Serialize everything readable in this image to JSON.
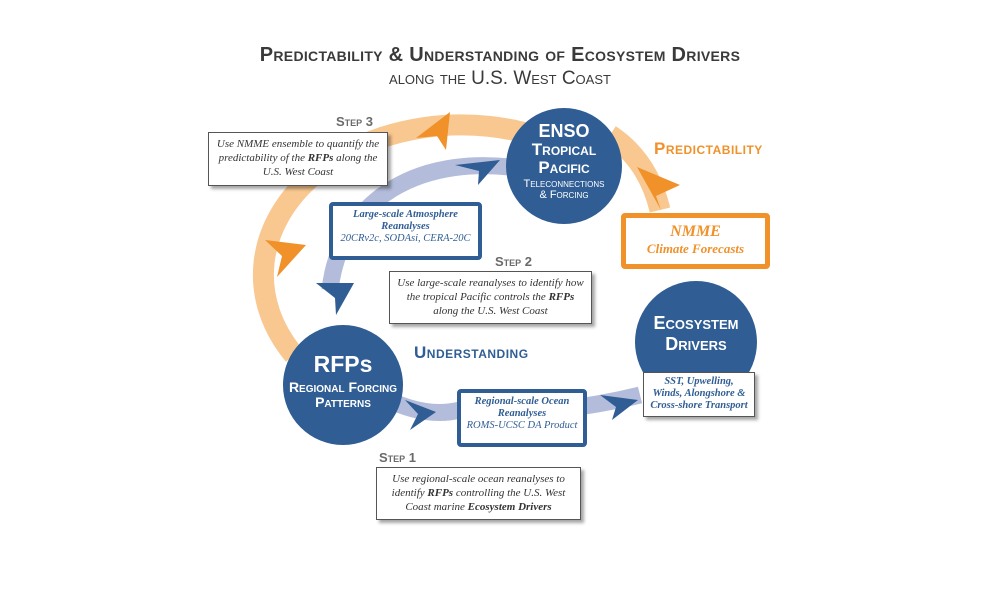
{
  "title": {
    "line1": "Predictability & Understanding of Ecosystem Drivers",
    "line2": "along the U.S. West Coast"
  },
  "nodes": {
    "enso": {
      "line1": "ENSO",
      "line2": "Tropical",
      "line3": "Pacific",
      "line4": "Teleconnections",
      "line5": "& Forcing"
    },
    "rfps": {
      "line1": "RFPs",
      "line2": "Regional Forcing",
      "line3": "Patterns"
    },
    "ecosystem": {
      "line1": "Ecosystem",
      "line2": "Drivers"
    }
  },
  "labels": {
    "predictability": "Predictability",
    "understanding": "Understanding"
  },
  "steps": {
    "step1": {
      "label": "Step 1",
      "text_a": "Use regional-scale ocean reanalyses to identify ",
      "text_b": "RFPs",
      "text_c": " controlling the U.S. West Coast marine ",
      "text_d": "Ecosystem Drivers"
    },
    "step2": {
      "label": "Step 2",
      "text_a": "Use large-scale reanalyses to identify how the tropical Pacific controls the ",
      "text_b": "RFPs",
      "text_c": " along the U.S. West Coast"
    },
    "step3": {
      "label": "Step 3",
      "text_a": "Use NMME ensemble to quantify the predictability of the ",
      "text_b": "RFPs",
      "text_c": " along the U.S. West Coast"
    }
  },
  "boxes": {
    "atmosphere": {
      "title1": "Large-scale Atmosphere",
      "title2": "Reanalyses",
      "detail": "20CRv2c, SODAsi, CERA-20C"
    },
    "ocean": {
      "title1": "Regional-scale Ocean",
      "title2": "Reanalyses",
      "detail": "ROMS-UCSC DA Product"
    },
    "nmme": {
      "line1": "NMME",
      "line2": "Climate Forecasts"
    },
    "drivers": {
      "line1": "SST, Upwelling,",
      "line2": "Winds, Alongshore &",
      "line3": "Cross-shore Transport"
    }
  },
  "colors": {
    "blue": "#2f5d94",
    "light_blue": "#b3bcdb",
    "orange": "#f0912a",
    "light_orange": "#f9c891",
    "text": "#3a3a3a"
  }
}
